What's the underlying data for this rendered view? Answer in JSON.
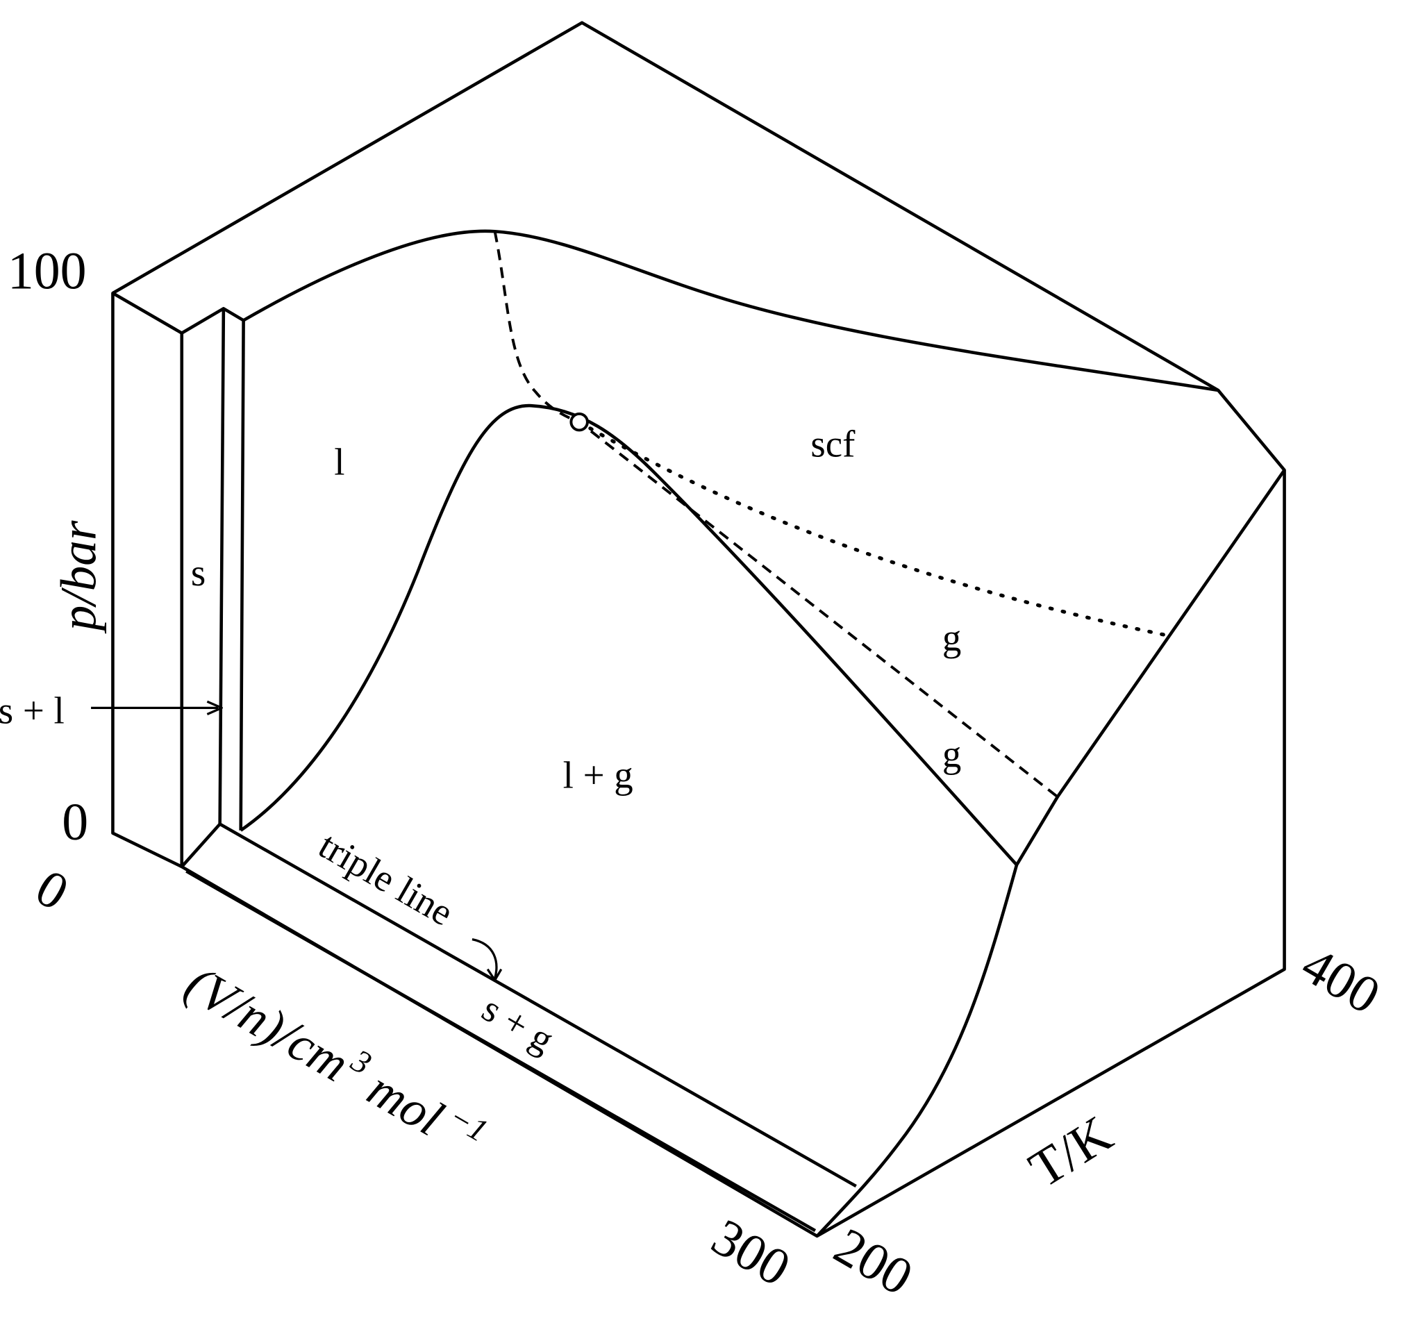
{
  "axes": {
    "pressure": {
      "label": "p/bar",
      "min_label": "0",
      "max_label": "100"
    },
    "volume": {
      "label_main": "(V/n)/cm",
      "label_sup": "3",
      "label_unit": " mol",
      "label_exp": "−1",
      "min_label": "0",
      "max_label": "300"
    },
    "temperature": {
      "label": "T/K",
      "min_label": "200",
      "max_label": "400"
    }
  },
  "regions": {
    "liquid": "l",
    "supercritical": "scf",
    "solid": "s",
    "gas_upper": "g",
    "gas_lower": "g",
    "liquid_gas": "l + g",
    "solid_liquid": "s + l",
    "solid_gas": "s + g",
    "triple_line": "triple line"
  }
}
